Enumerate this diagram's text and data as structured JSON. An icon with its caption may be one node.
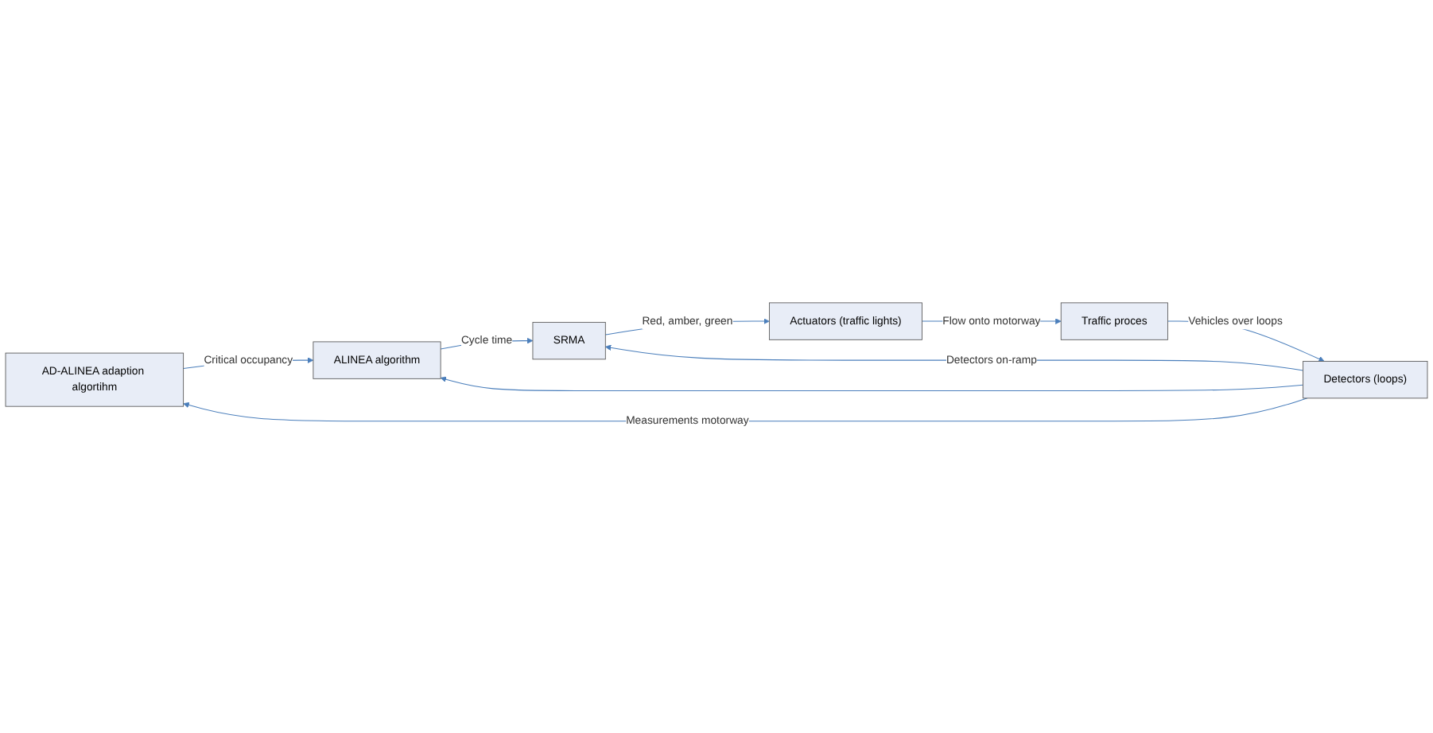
{
  "diagram": {
    "nodes": [
      {
        "text": [
          "AD-ALINEA adaption algortihm"
        ]
      },
      {
        "text": [
          "ALINEA algorithm"
        ]
      },
      {
        "text": [
          "Detectors (loops)"
        ]
      },
      {
        "text": [
          "SRMA"
        ]
      },
      {
        "text": [
          "Actuators (traffic lights)"
        ]
      },
      {
        "text": [
          "Traffic proces"
        ]
      }
    ],
    "edges": [
      {
        "from": 0,
        "to": 1,
        "arrow": "to",
        "label": "Critical occupancy"
      },
      {
        "from": 2,
        "to": 0,
        "arrow": "to",
        "label": "Measurements motorway"
      },
      {
        "from": 2,
        "to": 1,
        "arrow": "to"
      },
      {
        "from": 1,
        "to": 3,
        "arrow": "to",
        "label": "Cycle time"
      },
      {
        "from": 2,
        "to": 3,
        "arrow": "to",
        "label": "Detectors on-ramp"
      },
      {
        "from": 3,
        "to": 4,
        "arrow": "to",
        "label": "Red, amber, green"
      },
      {
        "from": 4,
        "to": 5,
        "arrow": "to",
        "label": "Flow onto motorway"
      },
      {
        "from": 5,
        "to": 2,
        "arrow": "to",
        "label": "Vehicles over loops"
      }
    ]
  }
}
